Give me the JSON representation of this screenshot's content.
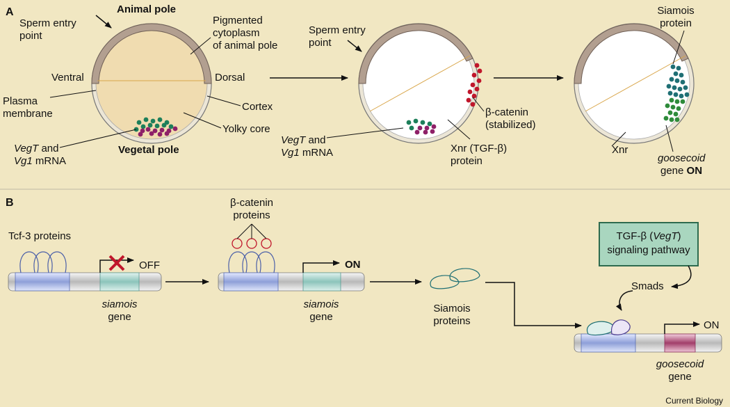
{
  "panel_a": {
    "label": "A",
    "egg1": {
      "sperm_entry": [
        "Sperm entry",
        "point"
      ],
      "animal_pole": "Animal pole",
      "pigmented": [
        "Pigmented",
        "cytoplasm",
        "of animal pole"
      ],
      "ventral": "Ventral",
      "dorsal": "Dorsal",
      "plasma_membrane": [
        "Plasma",
        "membrane"
      ],
      "cortex": "Cortex",
      "yolky_core": "Yolky core",
      "vegt_italic": "VegT",
      "and": " and",
      "vg1_italic": "Vg1",
      "mrna": " mRNA",
      "vegetal_pole": "Vegetal pole"
    },
    "egg2": {
      "sperm_entry": [
        "Sperm entry",
        "point"
      ],
      "beta_catenin": [
        "β-catenin",
        "(stabilized)"
      ],
      "vegt_italic": "VegT",
      "and": " and",
      "vg1_italic": "Vg1",
      "mrna": " mRNA",
      "xnr": [
        "Xnr (TGF-β)",
        "protein"
      ]
    },
    "egg3": {
      "siamois": [
        "Siamois",
        "protein"
      ],
      "xnr": "Xnr",
      "goosecoid_italic": "goosecoid",
      "gene": "gene ",
      "on": "ON"
    }
  },
  "panel_b": {
    "label": "B",
    "tcf3": "Tcf-3 proteins",
    "off": "OFF",
    "siamois_gene_1": [
      "siamois",
      "gene"
    ],
    "beta_catenin_proteins": [
      "β-catenin",
      "proteins"
    ],
    "on": "ON",
    "siamois_gene_2": [
      "siamois",
      "gene"
    ],
    "siamois_proteins": [
      "Siamois",
      "proteins"
    ],
    "tgf_box": [
      "TGF-β (",
      "VegT",
      ")",
      "signaling pathway"
    ],
    "smads": "Smads",
    "on_right": "ON",
    "goosecoid_gene": [
      "goosecoid",
      "gene"
    ]
  },
  "credit": "Current Biology",
  "colors": {
    "background": "#f1e7c2",
    "pigment": "#b29f90",
    "yolk": "#f0dcb0",
    "cortex": "#ece6d6",
    "beta_catenin_dots": "#c0162b",
    "siamois_dots": "#1f6f74",
    "goosecoid_dots": "#2e8b3a",
    "vegt_green": "#1d7f5a",
    "vg1_magenta": "#8e2068",
    "tcf_blue": "#9fb0e6",
    "siamois_gene": "#9ed0c8",
    "goosecoid_gene": "#b8507a",
    "tgf_box": "#a9d6bf"
  }
}
